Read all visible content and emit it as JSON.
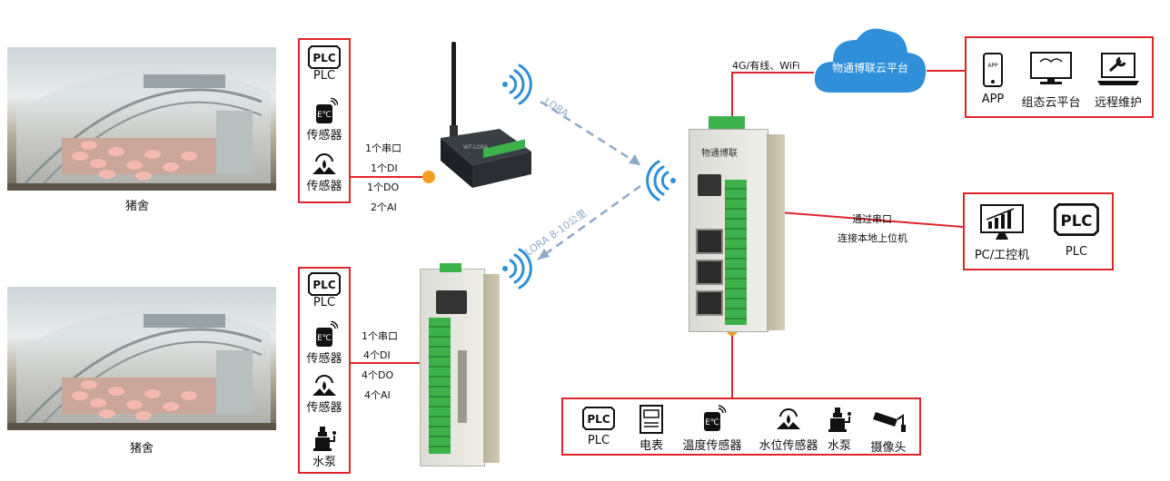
{
  "left_top": {
    "farm_caption": "猪舍",
    "devices": [
      {
        "icon": "plc-icon",
        "label": "PLC"
      },
      {
        "icon": "sensor-icon",
        "label": "传感器"
      },
      {
        "icon": "water-level-icon",
        "label": "传感器"
      }
    ],
    "ports": [
      "1个串口",
      "1个DI",
      "1个DO",
      "2个AI"
    ]
  },
  "left_bottom": {
    "farm_caption": "猪舍",
    "devices": [
      {
        "icon": "plc-icon",
        "label": "PLC"
      },
      {
        "icon": "sensor-icon",
        "label": "传感器"
      },
      {
        "icon": "water-level-icon",
        "label": "传感器"
      },
      {
        "icon": "pump-icon",
        "label": "水泵"
      }
    ],
    "ports": [
      "1个串口",
      "4个DI",
      "4个DO",
      "4个AI"
    ]
  },
  "links": {
    "lora_top": "LORA",
    "lora_bottom": "LORA  8-10公里",
    "network": "4G/有线、WiFi",
    "serial_line1": "通过串口",
    "serial_line2": "连接本地上位机"
  },
  "cloud": {
    "label": "物通博联云平台"
  },
  "cloud_services": [
    {
      "icon": "phone-icon",
      "label": "APP"
    },
    {
      "icon": "monitor-icon",
      "label": "组态云平台"
    },
    {
      "icon": "laptop-wrench-icon",
      "label": "远程维护"
    }
  ],
  "local_hosts": [
    {
      "icon": "pc-chart-icon",
      "label": "PC/工控机"
    },
    {
      "icon": "plc-icon",
      "label": "PLC"
    }
  ],
  "bottom_devices": [
    {
      "icon": "plc-icon",
      "label": "PLC"
    },
    {
      "icon": "meter-icon",
      "label": "电表"
    },
    {
      "icon": "sensor-icon",
      "label": "温度传感器"
    },
    {
      "icon": "water-level-icon",
      "label": "水位传感器"
    },
    {
      "icon": "pump-icon",
      "label": "水泵"
    },
    {
      "icon": "camera-icon",
      "label": "摄像头"
    }
  ],
  "gateway_brand": "物通博联",
  "colors": {
    "accent": "#e0242b",
    "cloud": "#2f8fd8",
    "link": "#8fa9c8",
    "port_dot": "#f0a020",
    "terminal": "#3db24a"
  }
}
